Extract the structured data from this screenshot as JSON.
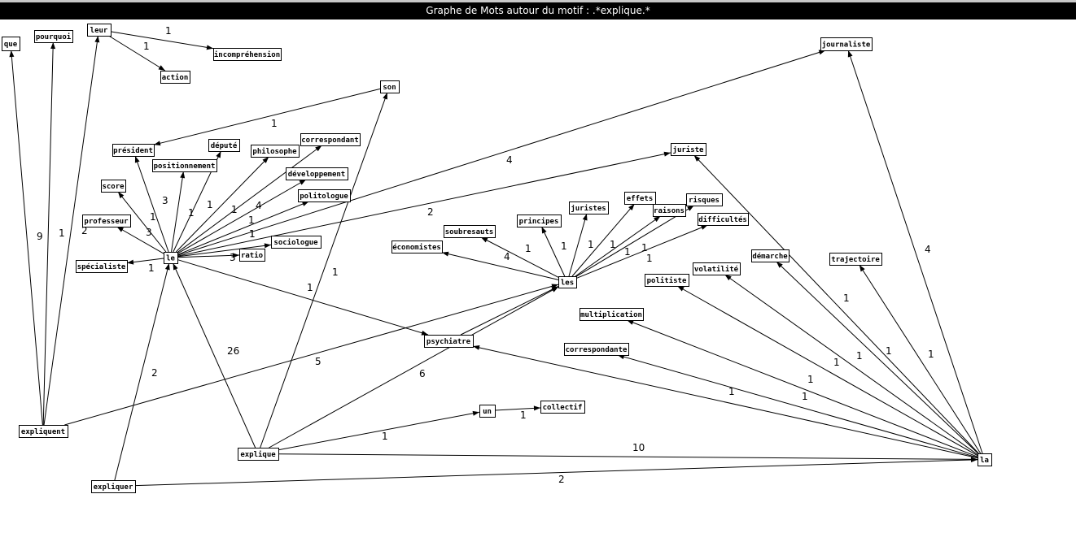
{
  "window": {
    "title": "Graphe de Mots autour du motif : .*explique.*"
  },
  "nodes": [
    {
      "id": "que",
      "label": "que"
    },
    {
      "id": "pourquoi",
      "label": "pourquoi"
    },
    {
      "id": "leur",
      "label": "leur"
    },
    {
      "id": "incomprehension",
      "label": "incompréhension"
    },
    {
      "id": "action",
      "label": "action"
    },
    {
      "id": "son",
      "label": "son"
    },
    {
      "id": "journaliste",
      "label": "journaliste"
    },
    {
      "id": "president",
      "label": "président"
    },
    {
      "id": "depute",
      "label": "député"
    },
    {
      "id": "correspondant",
      "label": "correspondant"
    },
    {
      "id": "philosophe",
      "label": "philosophe"
    },
    {
      "id": "positionnement",
      "label": "positionnement"
    },
    {
      "id": "developpement",
      "label": "développement"
    },
    {
      "id": "juriste",
      "label": "juriste"
    },
    {
      "id": "score",
      "label": "score"
    },
    {
      "id": "politologue",
      "label": "politologue"
    },
    {
      "id": "effets",
      "label": "effets"
    },
    {
      "id": "risques",
      "label": "risques"
    },
    {
      "id": "juristes",
      "label": "juristes"
    },
    {
      "id": "raisons",
      "label": "raisons"
    },
    {
      "id": "professeur",
      "label": "professeur"
    },
    {
      "id": "principes",
      "label": "principes"
    },
    {
      "id": "difficultes",
      "label": "difficultés"
    },
    {
      "id": "soubresauts",
      "label": "soubresauts"
    },
    {
      "id": "sociologue",
      "label": "sociologue"
    },
    {
      "id": "economistes",
      "label": "économistes"
    },
    {
      "id": "ratio",
      "label": "ratio"
    },
    {
      "id": "le",
      "label": "le"
    },
    {
      "id": "demarche",
      "label": "démarche"
    },
    {
      "id": "trajectoire",
      "label": "trajectoire"
    },
    {
      "id": "specialiste",
      "label": "spécialiste"
    },
    {
      "id": "volatilite",
      "label": "volatilité"
    },
    {
      "id": "politiste",
      "label": "politiste"
    },
    {
      "id": "les",
      "label": "les"
    },
    {
      "id": "multiplication",
      "label": "multiplication"
    },
    {
      "id": "psychiatre",
      "label": "psychiatre"
    },
    {
      "id": "correspondante",
      "label": "correspondante"
    },
    {
      "id": "un",
      "label": "un"
    },
    {
      "id": "collectif",
      "label": "collectif"
    },
    {
      "id": "expliquent",
      "label": "expliquent"
    },
    {
      "id": "explique",
      "label": "explique"
    },
    {
      "id": "la",
      "label": "la"
    },
    {
      "id": "expliquer",
      "label": "expliquer"
    }
  ],
  "edges": [
    {
      "from": "expliquent",
      "to": "que",
      "label": "9"
    },
    {
      "from": "expliquent",
      "to": "pourquoi",
      "label": "1"
    },
    {
      "from": "expliquent",
      "to": "leur",
      "label": "2"
    },
    {
      "from": "expliquent",
      "to": "les",
      "label": "5"
    },
    {
      "from": "leur",
      "to": "incomprehension",
      "label": "1"
    },
    {
      "from": "leur",
      "to": "action",
      "label": "1"
    },
    {
      "from": "son",
      "to": "president",
      "label": "1"
    },
    {
      "from": "le",
      "to": "president",
      "label": "3"
    },
    {
      "from": "le",
      "to": "positionnement",
      "label": "1"
    },
    {
      "from": "le",
      "to": "depute",
      "label": "1"
    },
    {
      "from": "le",
      "to": "philosophe",
      "label": "1"
    },
    {
      "from": "le",
      "to": "correspondant",
      "label": "4"
    },
    {
      "from": "le",
      "to": "developpement",
      "label": "1"
    },
    {
      "from": "le",
      "to": "politologue",
      "label": "1"
    },
    {
      "from": "le",
      "to": "score",
      "label": "1"
    },
    {
      "from": "le",
      "to": "professeur",
      "label": "3"
    },
    {
      "from": "le",
      "to": "specialiste",
      "label": "1"
    },
    {
      "from": "le",
      "to": "ratio",
      "label": "3"
    },
    {
      "from": "le",
      "to": "sociologue",
      "label": "1"
    },
    {
      "from": "le",
      "to": "journaliste",
      "label": "4"
    },
    {
      "from": "le",
      "to": "juriste",
      "label": "2"
    },
    {
      "from": "le",
      "to": "psychiatre",
      "label": "1"
    },
    {
      "from": "les",
      "to": "economistes",
      "label": "4"
    },
    {
      "from": "les",
      "to": "soubresauts",
      "label": "1"
    },
    {
      "from": "les",
      "to": "principes",
      "label": "1"
    },
    {
      "from": "les",
      "to": "juristes",
      "label": "1"
    },
    {
      "from": "les",
      "to": "effets",
      "label": "1"
    },
    {
      "from": "les",
      "to": "raisons",
      "label": "1"
    },
    {
      "from": "les",
      "to": "risques",
      "label": "1"
    },
    {
      "from": "les",
      "to": "difficultes",
      "label": "1"
    },
    {
      "from": "psychiatre",
      "to": "les",
      "label": ""
    },
    {
      "from": "explique",
      "to": "le",
      "label": "26"
    },
    {
      "from": "explique",
      "to": "son",
      "label": "1"
    },
    {
      "from": "explique",
      "to": "les",
      "label": "6"
    },
    {
      "from": "explique",
      "to": "un",
      "label": "1"
    },
    {
      "from": "explique",
      "to": "la",
      "label": "10"
    },
    {
      "from": "un",
      "to": "collectif",
      "label": "1"
    },
    {
      "from": "expliquer",
      "to": "le",
      "label": "2"
    },
    {
      "from": "expliquer",
      "to": "la",
      "label": "2"
    },
    {
      "from": "la",
      "to": "journaliste",
      "label": "4"
    },
    {
      "from": "la",
      "to": "juriste",
      "label": "1"
    },
    {
      "from": "la",
      "to": "demarche",
      "label": "1"
    },
    {
      "from": "la",
      "to": "trajectoire",
      "label": "1"
    },
    {
      "from": "la",
      "to": "volatilite",
      "label": "1"
    },
    {
      "from": "la",
      "to": "politiste",
      "label": "1"
    },
    {
      "from": "la",
      "to": "multiplication",
      "label": "1"
    },
    {
      "from": "la",
      "to": "correspondante",
      "label": "1"
    },
    {
      "from": "la",
      "to": "psychiatre",
      "label": "1"
    }
  ]
}
